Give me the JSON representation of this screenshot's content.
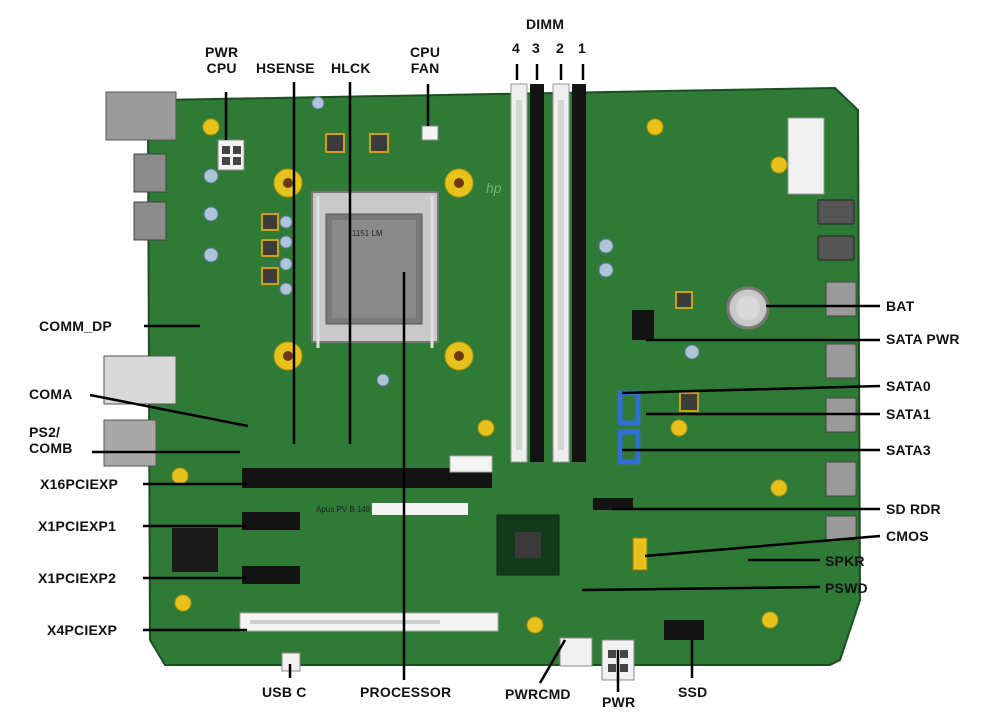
{
  "labels": {
    "dimm": "DIMM",
    "dimm_4": "4",
    "dimm_3": "3",
    "dimm_2": "2",
    "dimm_1": "1",
    "pwr_cpu": "PWR\nCPU",
    "hsense": "HSENSE",
    "hlck": "HLCK",
    "cpu_fan": "CPU\nFAN",
    "bat": "BAT",
    "sata_pwr": "SATA PWR",
    "sata0": "SATA0",
    "sata1": "SATA1",
    "sata3": "SATA3",
    "sd_rdr": "SD RDR",
    "cmos": "CMOS",
    "spkr": "SPKR",
    "pswd": "PSWD",
    "comm_dp": "COMM_DP",
    "coma": "COMA",
    "ps2_comb": "PS2/\nCOMB",
    "x16pciexp": "X16PCIEXP",
    "x1pciexp1": "X1PCIEXP1",
    "x1pciexp2": "X1PCIEXP2",
    "x4pciexp": "X4PCIEXP",
    "usb_c": "USB C",
    "processor": "PROCESSOR",
    "pwrcmd": "PWRCMD",
    "pwr": "PWR",
    "ssd": "SSD"
  },
  "board_text": {
    "socket_mark": "1151 LM",
    "slot_sticker": "Apus PV B 149",
    "brand": "hp"
  },
  "colors": {
    "pcb": "#2f7a36",
    "pcb_dark": "#215a27",
    "leader": "#000000",
    "mount_pad": "#e6c21a",
    "sata_blue": "#2f6fd6",
    "dimm_white": "#eeeeee",
    "slot_black": "#141414",
    "slot_white": "#f4f4f4"
  }
}
